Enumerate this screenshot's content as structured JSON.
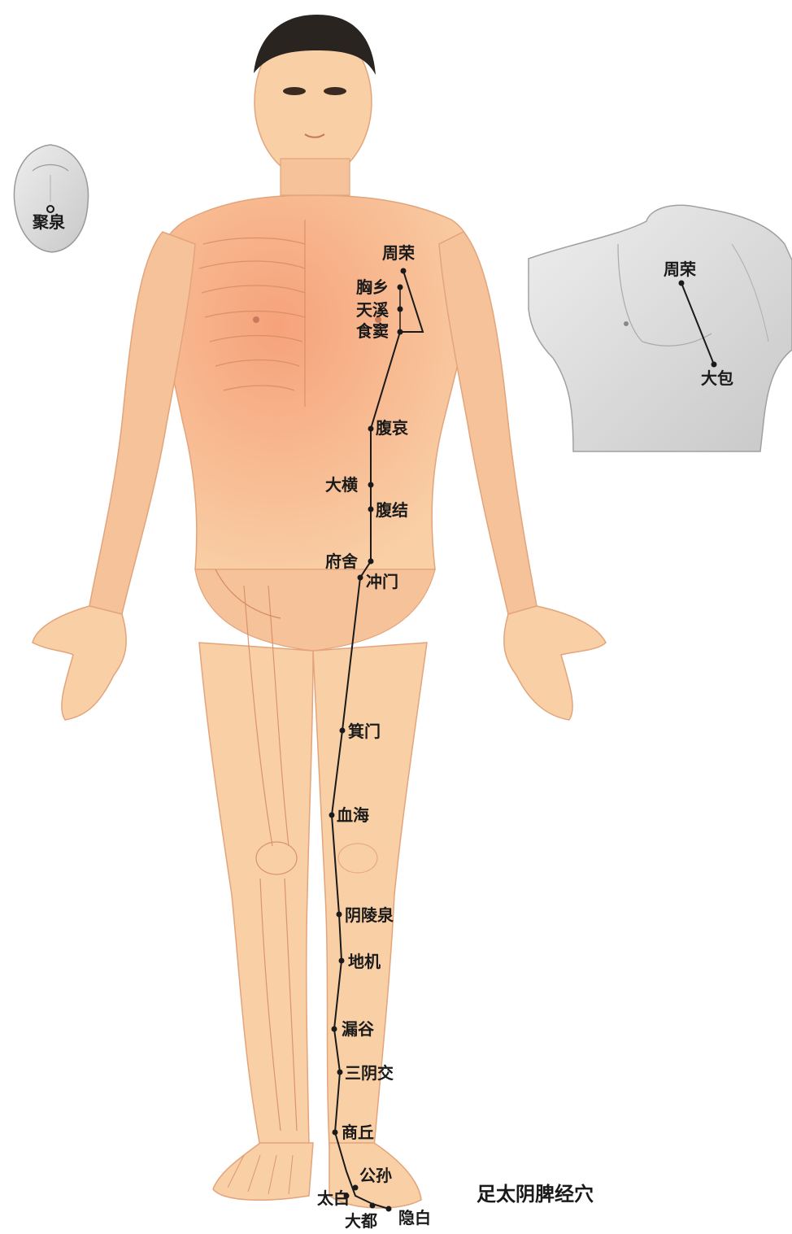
{
  "figure": {
    "caption": "足太阴脾经穴",
    "main_points": [
      {
        "id": "zhourong",
        "label": "周荣"
      },
      {
        "id": "xiongxiang",
        "label": "胸乡"
      },
      {
        "id": "tianxi",
        "label": "天溪"
      },
      {
        "id": "shidou",
        "label": "食窦"
      },
      {
        "id": "fuai",
        "label": "腹哀"
      },
      {
        "id": "daheng",
        "label": "大横"
      },
      {
        "id": "fujie",
        "label": "腹结"
      },
      {
        "id": "fushe",
        "label": "府舍"
      },
      {
        "id": "chongmen",
        "label": "冲门"
      },
      {
        "id": "jimen",
        "label": "箕门"
      },
      {
        "id": "xuehai",
        "label": "血海"
      },
      {
        "id": "yinlingquan",
        "label": "阴陵泉"
      },
      {
        "id": "diji",
        "label": "地机"
      },
      {
        "id": "lougu",
        "label": "漏谷"
      },
      {
        "id": "sanyinjiao",
        "label": "三阴交"
      },
      {
        "id": "shangqiu",
        "label": "商丘"
      },
      {
        "id": "gongsun",
        "label": "公孙"
      },
      {
        "id": "taibai",
        "label": "太白"
      },
      {
        "id": "dadu",
        "label": "大都"
      },
      {
        "id": "yinbai",
        "label": "隐白"
      }
    ],
    "tongue_inset": {
      "label": "聚泉"
    },
    "chest_inset": {
      "top_label": "周荣",
      "bottom_label": "大包"
    },
    "colors": {
      "skin": "#f9cfa6",
      "skin_shadow": "#f0a878",
      "line": "#1a1a1a",
      "inset_gray": "#d9d9d9"
    }
  }
}
